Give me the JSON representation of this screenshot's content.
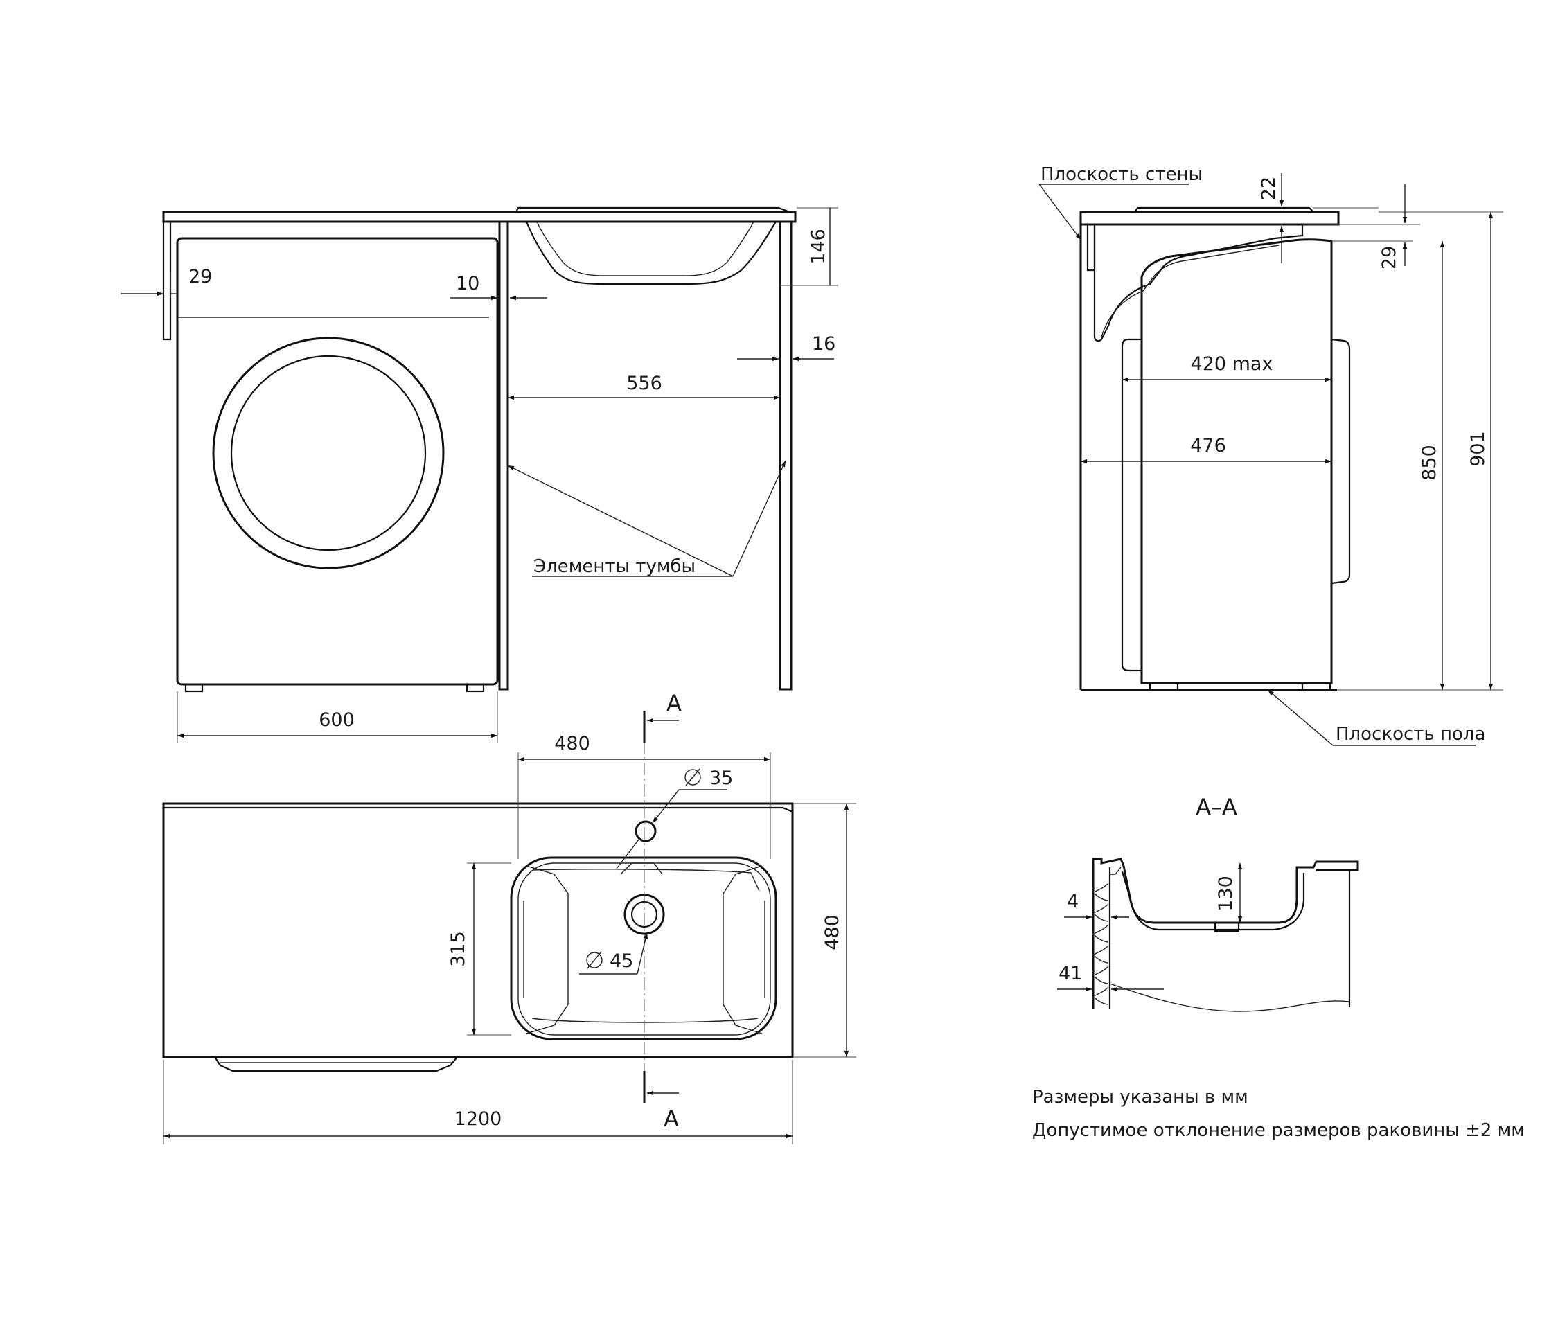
{
  "front_view": {
    "dims": {
      "offset_left": "29",
      "gap": "10",
      "sink_depth": "146",
      "panel_thickness": "16",
      "cabinet_inner_width": "556",
      "machine_width": "600"
    },
    "callout": "Элементы тумбы"
  },
  "side_view": {
    "dims": {
      "top_thickness": "22",
      "overhang": "29",
      "machine_depth_max": "420 max",
      "machine_depth": "476",
      "machine_height": "850",
      "total_height": "901"
    },
    "callout_wall": "Плоскость стены",
    "callout_floor": "Плоскость пола"
  },
  "plan_view": {
    "dims": {
      "bowl_width": "480",
      "tap_hole": "35",
      "bowl_depth": "315",
      "drain_hole": "45",
      "top_depth": "480",
      "total_width": "1200"
    },
    "section_mark": "A"
  },
  "section_view": {
    "title": "A–A",
    "dims": {
      "bowl_height": "130",
      "wall_thickness": "4",
      "edge_thickness": "41"
    }
  },
  "notes": {
    "line1": "Размеры указаны в мм",
    "line2": "Допустимое отклонение размеров раковины ±2 мм"
  }
}
